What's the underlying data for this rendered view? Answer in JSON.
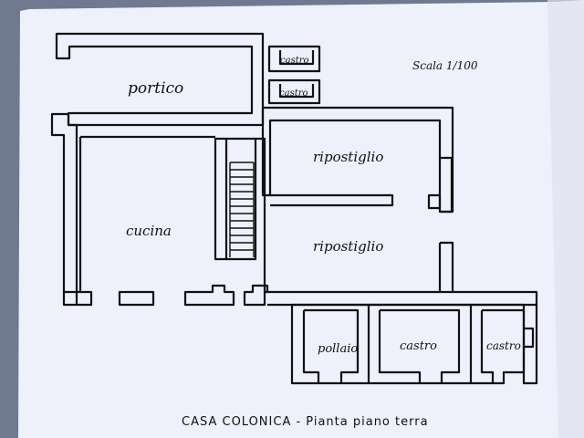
{
  "scale": "Scala 1/100",
  "caption": "CASA COLONICA - Pianta piano terra",
  "rooms": {
    "portico": "portico",
    "castro_1": "castro",
    "castro_2": "castro",
    "ripostiglio_upper": "ripostiglio",
    "ripostiglio_lower": "ripostiglio",
    "cucina": "cucina",
    "pollaio": "pollaio",
    "castro_3": "castro",
    "castro_4": "castro"
  },
  "colors": {
    "paper": "#eef1fb",
    "ink": "#111111",
    "background": "#6f7a90"
  }
}
